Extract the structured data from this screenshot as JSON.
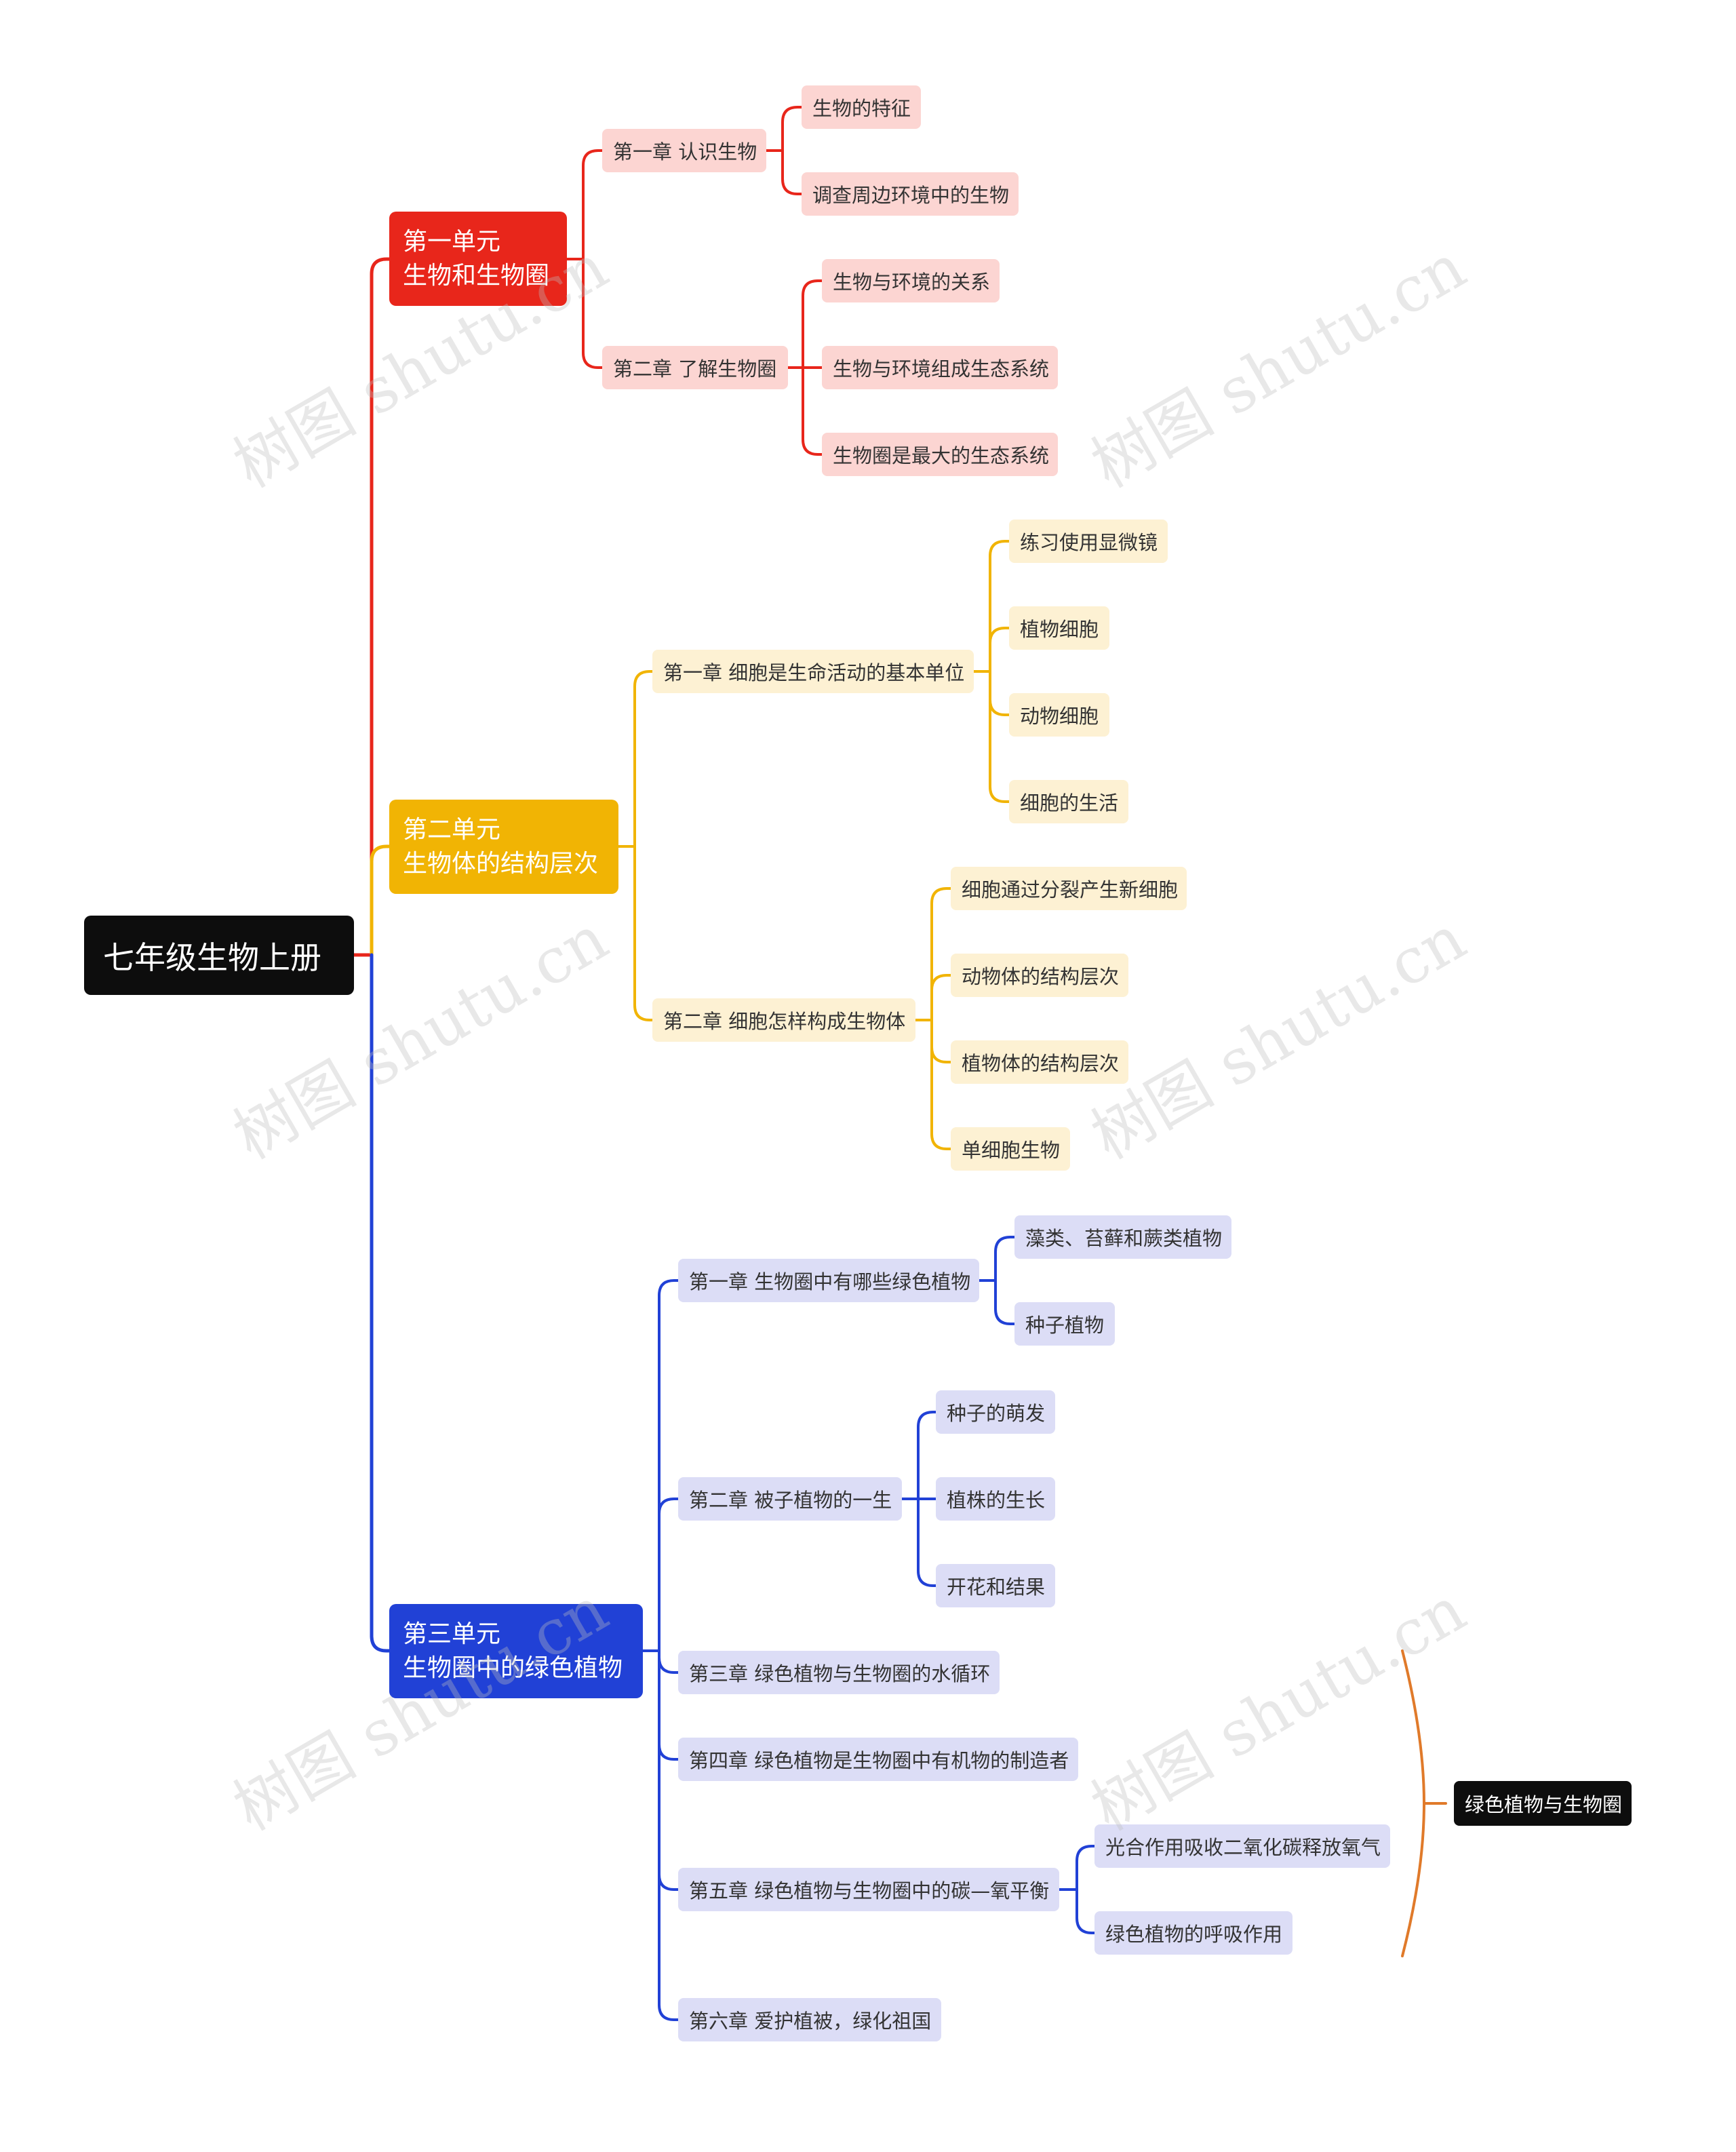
{
  "root": "七年级生物上册",
  "colors": {
    "red": "#e8261b",
    "yellow": "#f1b404",
    "blue": "#2141d6",
    "summary": "#e07a2a"
  },
  "units": [
    {
      "line1": "第一单元",
      "line2": "生物和生物圈",
      "chapters": [
        {
          "label": "第一章 认识生物",
          "topics": [
            "生物的特征",
            "调查周边环境中的生物"
          ]
        },
        {
          "label": "第二章 了解生物圈",
          "topics": [
            "生物与环境的关系",
            "生物与环境组成生态系统",
            "生物圈是最大的生态系统"
          ]
        }
      ]
    },
    {
      "line1": "第二单元",
      "line2": "生物体的结构层次",
      "chapters": [
        {
          "label": "第一章 细胞是生命活动的基本单位",
          "topics": [
            "练习使用显微镜",
            "植物细胞",
            "动物细胞",
            "细胞的生活"
          ]
        },
        {
          "label": "第二章 细胞怎样构成生物体",
          "topics": [
            "细胞通过分裂产生新细胞",
            "动物体的结构层次",
            "植物体的结构层次",
            "单细胞生物"
          ]
        }
      ]
    },
    {
      "line1": "第三单元",
      "line2": "生物圈中的绿色植物",
      "chapters": [
        {
          "label": "第一章 生物圈中有哪些绿色植物",
          "topics": [
            "藻类、苔藓和蕨类植物",
            "种子植物"
          ]
        },
        {
          "label": "第二章 被子植物的一生",
          "topics": [
            "种子的萌发",
            "植株的生长",
            "开花和结果"
          ]
        },
        {
          "label": "第三章 绿色植物与生物圈的水循环",
          "topics": []
        },
        {
          "label": "第四章 绿色植物是生物圈中有机物的制造者",
          "topics": []
        },
        {
          "label": "第五章 绿色植物与生物圈中的碳—氧平衡",
          "topics": [
            "光合作用吸收二氧化碳释放氧气",
            "绿色植物的呼吸作用"
          ]
        },
        {
          "label": "第六章 爱护植被，绿化祖国",
          "topics": []
        }
      ]
    }
  ],
  "summary": "绿色植物与生物圈",
  "watermark": "树图 shutu.cn"
}
